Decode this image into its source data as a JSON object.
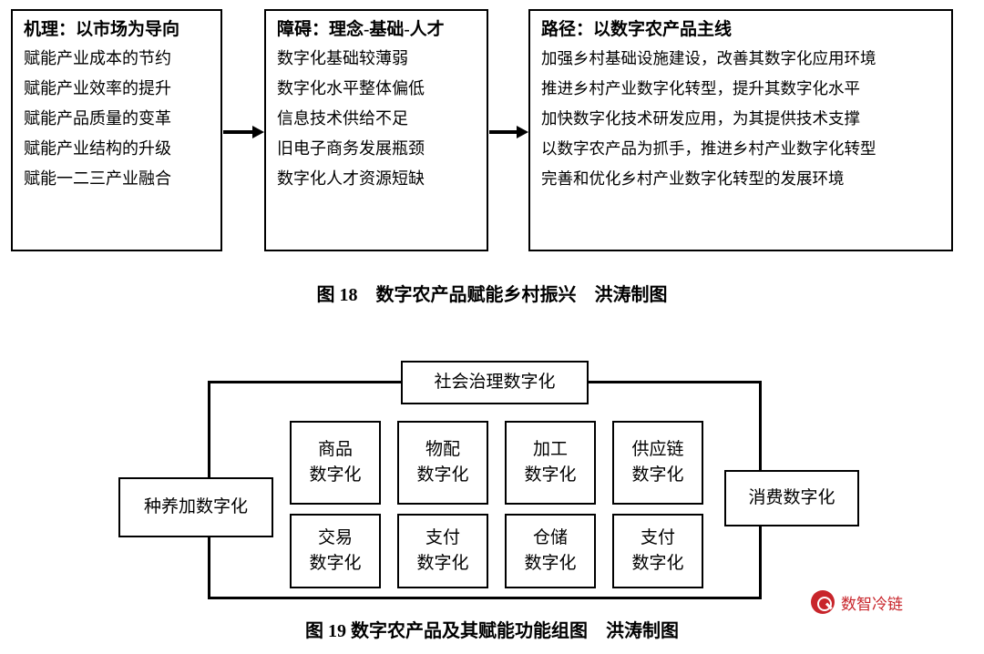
{
  "figure18": {
    "boxes": [
      {
        "title": "机理：以市场为导向",
        "lines": [
          "赋能产业成本的节约",
          "赋能产业效率的提升",
          "赋能产品质量的变革",
          "赋能产业结构的升级",
          "赋能一二三产业融合"
        ]
      },
      {
        "title": "障碍：理念-基础-人才",
        "lines": [
          "数字化基础较薄弱",
          "数字化水平整体偏低",
          "信息技术供给不足",
          "旧电子商务发展瓶颈",
          "数字化人才资源短缺"
        ]
      },
      {
        "title": "路径：以数字农产品主线",
        "lines": [
          "加强乡村基础设施建设，改善其数字化应用环境",
          "推进乡村产业数字化转型，提升其数字化水平",
          "加快数字化技术研发应用，为其提供技术支撑",
          "以数字农产品为抓手，推进乡村产业数字化转型",
          "完善和优化乡村产业数字化转型的发展环境"
        ]
      }
    ],
    "caption": "图 18　数字农产品赋能乡村振兴　洪涛制图"
  },
  "figure19": {
    "top_node": "社会治理数字化",
    "left_node": "种养加数字化",
    "right_node": "消费数字化",
    "grid": [
      [
        {
          "line1": "商品",
          "line2": "数字化"
        },
        {
          "line1": "物配",
          "line2": "数字化"
        },
        {
          "line1": "加工",
          "line2": "数字化"
        },
        {
          "line1": "供应链",
          "line2": "数字化"
        }
      ],
      [
        {
          "line1": "交易",
          "line2": "数字化"
        },
        {
          "line1": "支付",
          "line2": "数字化"
        },
        {
          "line1": "仓储",
          "line2": "数字化"
        },
        {
          "line1": "支付",
          "line2": "数字化"
        }
      ]
    ],
    "caption": "图 19  数字农产品及其赋能功能组图　洪涛制图"
  },
  "watermark": {
    "text": "数智冷链",
    "icon": "magnifier-badge-icon",
    "color": "#c8252b"
  }
}
